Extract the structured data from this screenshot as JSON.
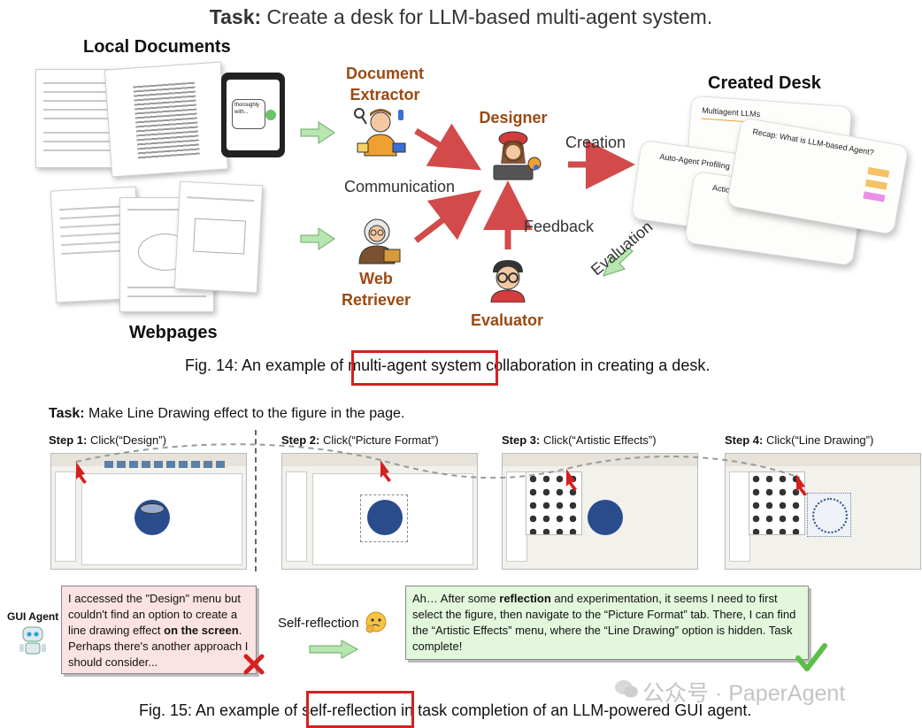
{
  "top_task": {
    "prefix": "Task:",
    "text": " Create a desk for LLM-based multi-agent system."
  },
  "labels": {
    "local_documents": "Local Documents",
    "webpages": "Webpages",
    "document_extractor_line1": "Document",
    "document_extractor_line2": "Extractor",
    "web_retriever_line1": "Web",
    "web_retriever_line2": "Retriever",
    "designer": "Designer",
    "evaluator": "Evaluator",
    "communication": "Communication",
    "creation": "Creation",
    "feedback": "Feedback",
    "evaluation": "Evaluation",
    "created_desk": "Created Desk"
  },
  "desk_cards": {
    "card1_title": "Multiagent LLMs",
    "card2_title": "Recap: What is LLM-based Agent?",
    "card3_title": "Auto-Agent Profiling",
    "card4_title": "Action"
  },
  "fig14_caption": {
    "before": "Fig. 14: An example o",
    "highlight": "f multi-agent system",
    "after": " collaboration in creating a desk."
  },
  "bottom_task": {
    "prefix": "Task:",
    "text": " Make Line Drawing effect to the figure in the page."
  },
  "steps": [
    {
      "label": "Step 1:",
      "action": " Click(“Design”)"
    },
    {
      "label": "Step 2:",
      "action": " Click(“Picture Format”)"
    },
    {
      "label": "Step 3:",
      "action": " Click(“Artistic Effects”)"
    },
    {
      "label": "Step 4:",
      "action": " Click(“Line Drawing”)"
    }
  ],
  "gui_agent_label": "GUI Agent",
  "bubble_left": {
    "part1": "I accessed the \"Design\" menu but couldn't find an option to create a line drawing effect ",
    "bold": "on the screen",
    "part2": ". Perhaps there's another approach I should consider..."
  },
  "self_reflection_label": "Self-reflection",
  "bubble_right": {
    "part1": "Ah… After some ",
    "bold": "reflection",
    "part2": " and experimentation, it seems I need to first select the figure, then navigate to the “Picture Format” tab. There, I can find the “Artistic Effects” menu, where the “Line Drawing” option is hidden. Task complete!"
  },
  "watermark": "公众号 · PaperAgent",
  "fig15_caption": {
    "before": "Fig. 15: An example of ",
    "highlight": "self-reflection",
    "after": " in task completion of an LLM-powered GUI agent."
  },
  "colors": {
    "role": "#9a4a12",
    "arrow_red": "#d24a4a",
    "arrow_green": "#b7e6b0",
    "highlight_red": "#d42020",
    "bubble_red_bg": "#fbe3e3",
    "bubble_green_bg": "#e2f7dc"
  }
}
